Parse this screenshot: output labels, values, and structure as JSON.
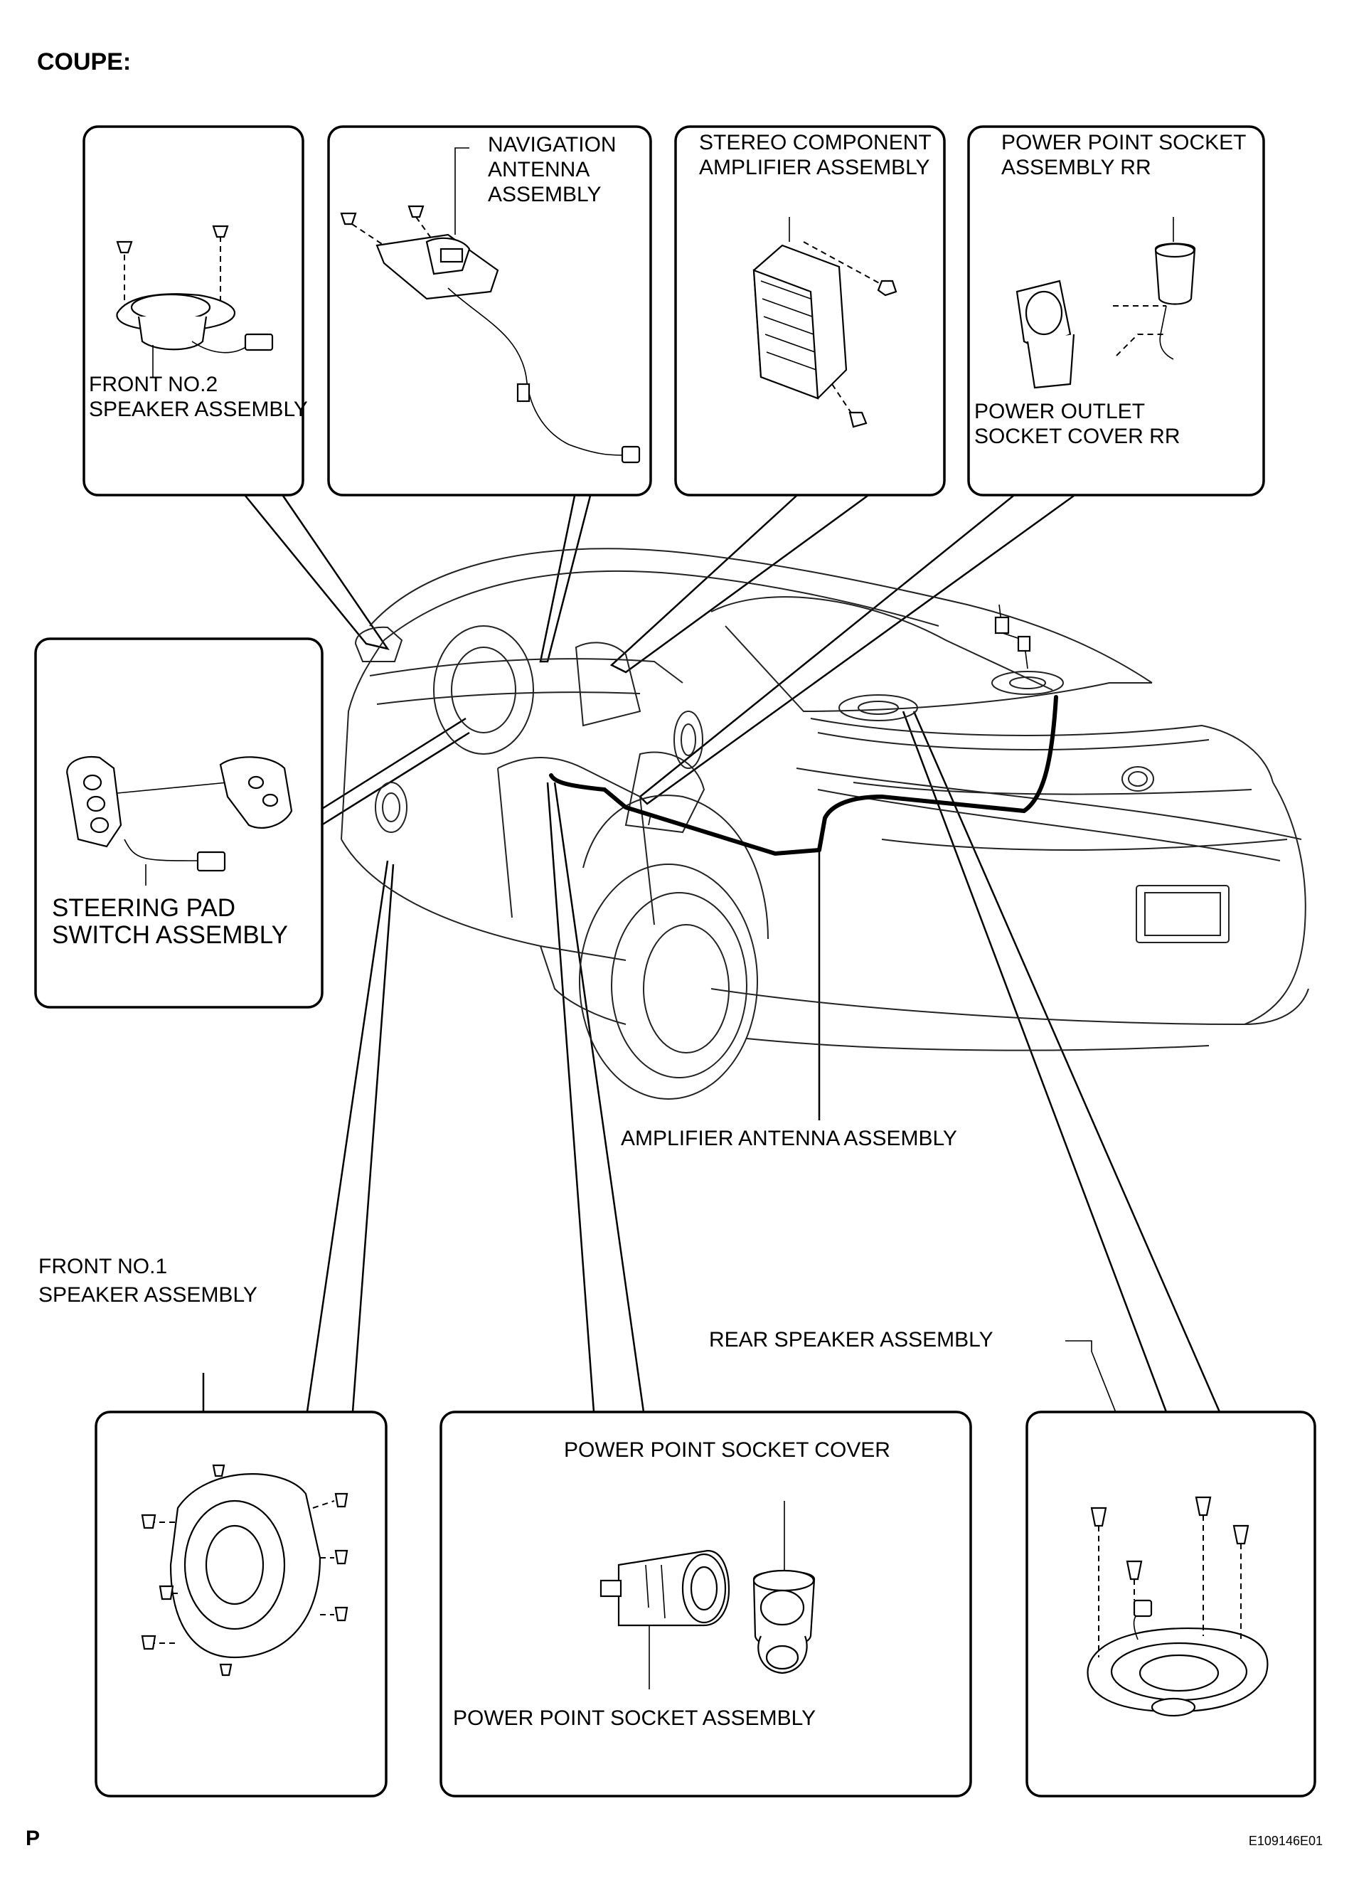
{
  "header": {
    "title": "COUPE:"
  },
  "labels": {
    "front_no2_speaker": [
      "FRONT NO.2",
      "SPEAKER ASSEMBLY"
    ],
    "navigation_antenna": [
      "NAVIGATION",
      "ANTENNA",
      "ASSEMBLY"
    ],
    "stereo_amplifier": [
      "STEREO COMPONENT",
      "AMPLIFIER ASSEMBLY"
    ],
    "power_point_socket_rr": [
      "POWER POINT SOCKET",
      "ASSEMBLY RR"
    ],
    "power_outlet_cover_rr": [
      "POWER OUTLET",
      "SOCKET COVER RR"
    ],
    "steering_pad_switch": [
      "STEERING PAD",
      "SWITCH ASSEMBLY"
    ],
    "amplifier_antenna": "AMPLIFIER ANTENNA ASSEMBLY",
    "front_no1_speaker": [
      "FRONT NO.1",
      "SPEAKER ASSEMBLY"
    ],
    "rear_speaker": "REAR SPEAKER ASSEMBLY",
    "power_point_socket_cover": "POWER POINT SOCKET COVER",
    "power_point_socket_assembly": "POWER POINT SOCKET ASSEMBLY"
  },
  "footer": {
    "left": "P",
    "right": "E109146E01"
  }
}
